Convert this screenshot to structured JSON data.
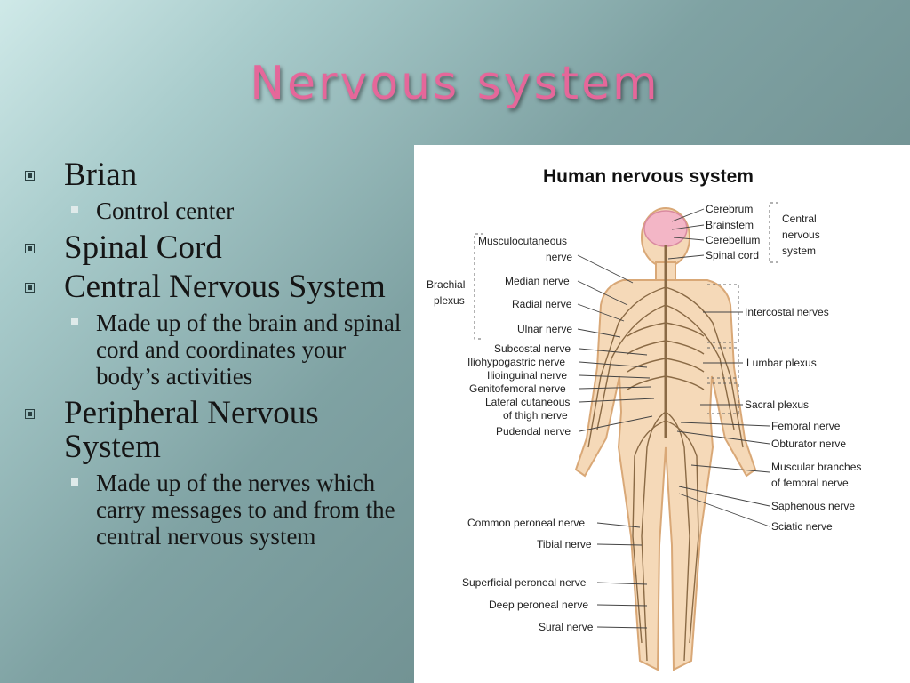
{
  "slide": {
    "title": "Nervous system",
    "bullets": [
      {
        "text": "Brian",
        "subs": [
          "Control center"
        ]
      },
      {
        "text": "Spinal Cord",
        "subs": []
      },
      {
        "text": "Central Nervous System",
        "subs": [
          "Made up of the brain and spinal cord and coordinates your body’s activities"
        ]
      },
      {
        "text": "Peripheral Nervous System",
        "subs": [
          "Made up of the nerves which carry messages to and from the central nervous system"
        ]
      }
    ]
  },
  "diagram": {
    "title": "Human nervous system",
    "brain_parts": [
      "Cerebrum",
      "Brainstem",
      "Cerebellum",
      "Spinal cord"
    ],
    "cns_label_1": "Central",
    "cns_label_2": "nervous",
    "cns_label_3": "system",
    "brachial_1": "Brachial",
    "brachial_2": "plexus",
    "left_upper": [
      "Musculocutaneous",
      "nerve",
      "Median nerve",
      "Radial nerve",
      "Ulnar nerve"
    ],
    "left_mid": [
      "Subcostal nerve",
      "Iliohypogastric nerve",
      "Ilioinguinal nerve",
      "Genitofemoral nerve",
      "Lateral cutaneous",
      "of thigh nerve",
      "Pudendal nerve"
    ],
    "right_mid": [
      "Intercostal nerves",
      "Lumbar plexus",
      "Sacral plexus",
      "Femoral nerve",
      "Obturator nerve",
      "Muscular branches",
      "of femoral nerve",
      "Saphenous nerve",
      "Sciatic nerve"
    ],
    "left_lower": [
      "Common peroneal nerve",
      "Tibial nerve",
      "Superficial peroneal nerve",
      "Deep peroneal nerve",
      "Sural nerve"
    ],
    "colors": {
      "skin": "#f5d9b8",
      "skin_outline": "#d9a877",
      "nerve": "#8a6a45",
      "brain": "#f3b6c6",
      "accent_title": "#e5679a"
    }
  }
}
